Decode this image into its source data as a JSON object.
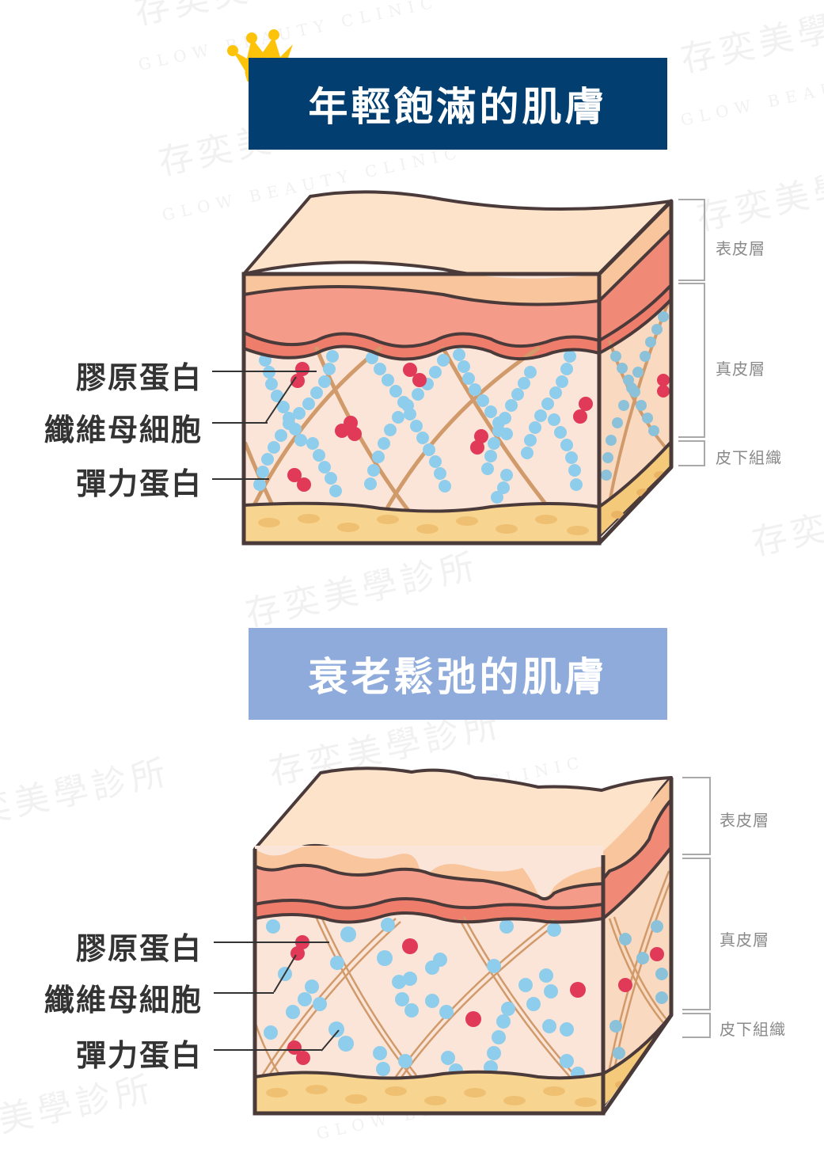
{
  "watermark": {
    "brand_cn": "存奕美學診所",
    "brand_en": "GLOW BEAUTY CLINIC"
  },
  "sections": [
    {
      "id": "young",
      "title": "年輕飽滿的肌膚",
      "title_bg": "#023f70",
      "badge_icon": "crown-icon",
      "left_labels": [
        "膠原蛋白",
        "纖維母細胞",
        "彈力蛋白"
      ],
      "right_labels": [
        "表皮層",
        "真皮層",
        "皮下組織"
      ]
    },
    {
      "id": "aged",
      "title": "衰老鬆弛的肌膚",
      "title_bg": "#8fabdc",
      "left_labels": [
        "膠原蛋白",
        "纖維母細胞",
        "彈力蛋白"
      ],
      "right_labels": [
        "表皮層",
        "真皮層",
        "皮下組織"
      ]
    }
  ],
  "colors": {
    "crown": "#fcc30a",
    "epidermis_top": "#fde3ca",
    "epidermis_band": "#f8c59c",
    "dermis_upper": "#f59b8a",
    "dermis_base": "#fbe5d8",
    "collagen": "#8fcdec",
    "fibroblast": "#e03a58",
    "elastin": "#d19a6b",
    "subcutaneous": "#f7d48f",
    "outline": "#4a3a3a"
  }
}
